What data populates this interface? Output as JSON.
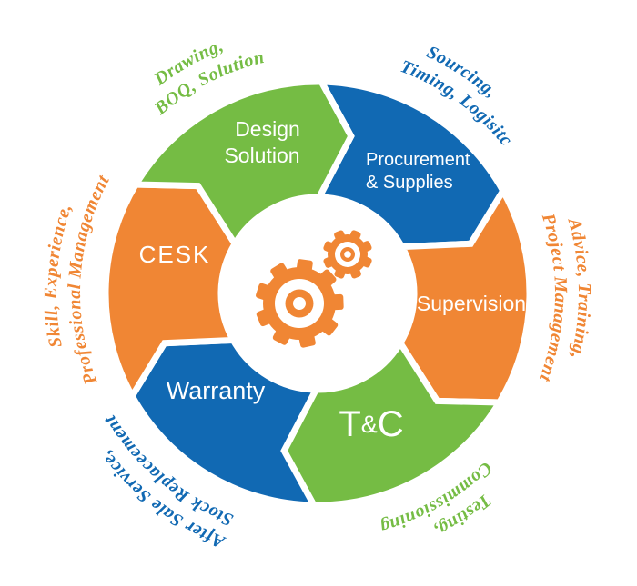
{
  "diagram": {
    "type": "cycle-process-diagram",
    "center_icon": "gears-icon",
    "colors": {
      "green": "#75BC44",
      "blue": "#1169B3",
      "orange": "#F08634",
      "white": "#FFFFFF"
    },
    "segments": [
      {
        "name": "procurement-supplies",
        "color": "blue",
        "start": 1,
        "lines": [
          "Procurement",
          "& Supplies"
        ]
      },
      {
        "name": "supervision",
        "color": "orange",
        "start": 61,
        "lines": [
          "Supervision"
        ]
      },
      {
        "name": "t-and-c",
        "color": "green",
        "start": 121,
        "lines": [
          "T&C"
        ]
      },
      {
        "name": "warranty",
        "color": "blue",
        "start": 181,
        "lines": [
          "Warranty"
        ]
      },
      {
        "name": "cesk",
        "color": "orange",
        "start": 241,
        "lines": [
          "CESK"
        ]
      },
      {
        "name": "design-solution",
        "color": "green",
        "start": 301,
        "lines": [
          "Design",
          "Solution"
        ]
      }
    ],
    "outer_labels": [
      {
        "name": "drawing-boq-solution",
        "color": "green",
        "lines": [
          {
            "text": "Drawing,",
            "ring": "outer",
            "angle": 331
          },
          {
            "text": "BOQ, Solution",
            "ring": "inner",
            "angle": 333
          }
        ]
      },
      {
        "name": "sourcing-timing-logistic",
        "color": "blue",
        "lines": [
          {
            "text": "Sourcing,",
            "ring": "outer",
            "angle": 33
          },
          {
            "text": "Timing, Logisitc",
            "ring": "inner",
            "angle": 36
          }
        ]
      },
      {
        "name": "advice-training-project-management",
        "color": "orange",
        "lines": [
          {
            "text": "Advice, Training,",
            "ring": "outer",
            "angle": 89
          },
          {
            "text": "Project Management",
            "ring": "inner",
            "angle": 91
          }
        ]
      },
      {
        "name": "testing-commissioning",
        "color": "green",
        "lines": [
          {
            "text": "Testing,",
            "ring": "outer",
            "angle": 147
          },
          {
            "text": "Commissioning",
            "ring": "inner",
            "angle": 150
          }
        ]
      },
      {
        "name": "after-sale-service-stock-replacement",
        "color": "blue",
        "lines": [
          {
            "text": "After Sale Service,",
            "ring": "outer",
            "angle": 217
          },
          {
            "text": "Stock Replaceement",
            "ring": "inner",
            "angle": 220
          }
        ]
      },
      {
        "name": "skill-experience-professional-management",
        "color": "orange",
        "lines": [
          {
            "text": "Skill, Experience,",
            "ring": "outer",
            "angle": 274
          },
          {
            "text": "Professional Management",
            "ring": "inner",
            "angle": 273.5
          }
        ]
      }
    ]
  }
}
